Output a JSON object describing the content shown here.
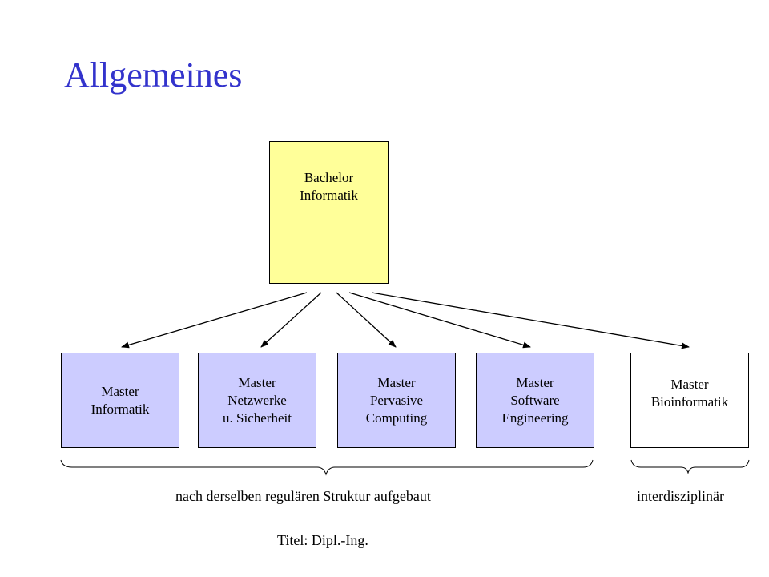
{
  "title": "Allgemeines",
  "bachelor": {
    "lines": [
      "Bachelor",
      "Informatik"
    ]
  },
  "masters": [
    {
      "lines": [
        "Master",
        "Informatik"
      ],
      "fill": "#ccccff"
    },
    {
      "lines": [
        "Master",
        "Netzwerke",
        "u. Sicherheit"
      ],
      "fill": "#ccccff"
    },
    {
      "lines": [
        "Master",
        "Pervasive",
        "Computing"
      ],
      "fill": "#ccccff"
    },
    {
      "lines": [
        "Master",
        "Software",
        "Engineering"
      ],
      "fill": "#ccccff"
    },
    {
      "lines": [
        "Master",
        "Bioinformatik"
      ],
      "fill": "#ffffff"
    }
  ],
  "captions": {
    "regular": "nach derselben regulären Struktur aufgebaut",
    "interdisciplinary": "interdisziplinär",
    "degree": "Titel: Dipl.-Ing."
  },
  "colors": {
    "title": "#3333cc",
    "bachelor_fill": "#ffff99",
    "master_fill": "#ccccff"
  }
}
